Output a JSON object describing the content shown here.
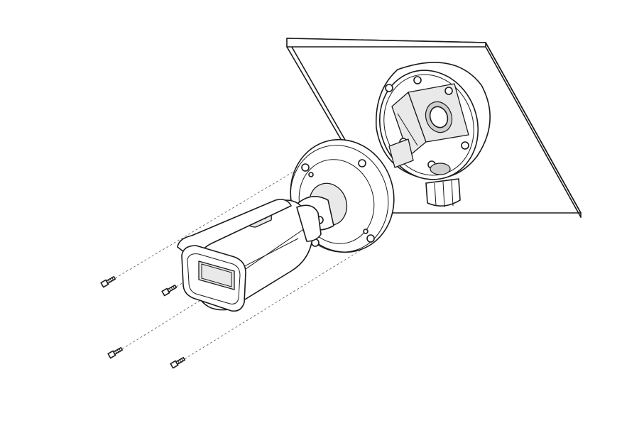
{
  "figure": {
    "parts": [
      "ceiling-surface",
      "junction-box",
      "cable-gland",
      "mounting-base",
      "camera-body",
      "sunshade",
      "lens-window",
      "screw"
    ],
    "screw_count": 4,
    "colors": {
      "line": "#1a1a1a",
      "background": "#ffffff",
      "shading": "#e9e9e9"
    }
  }
}
